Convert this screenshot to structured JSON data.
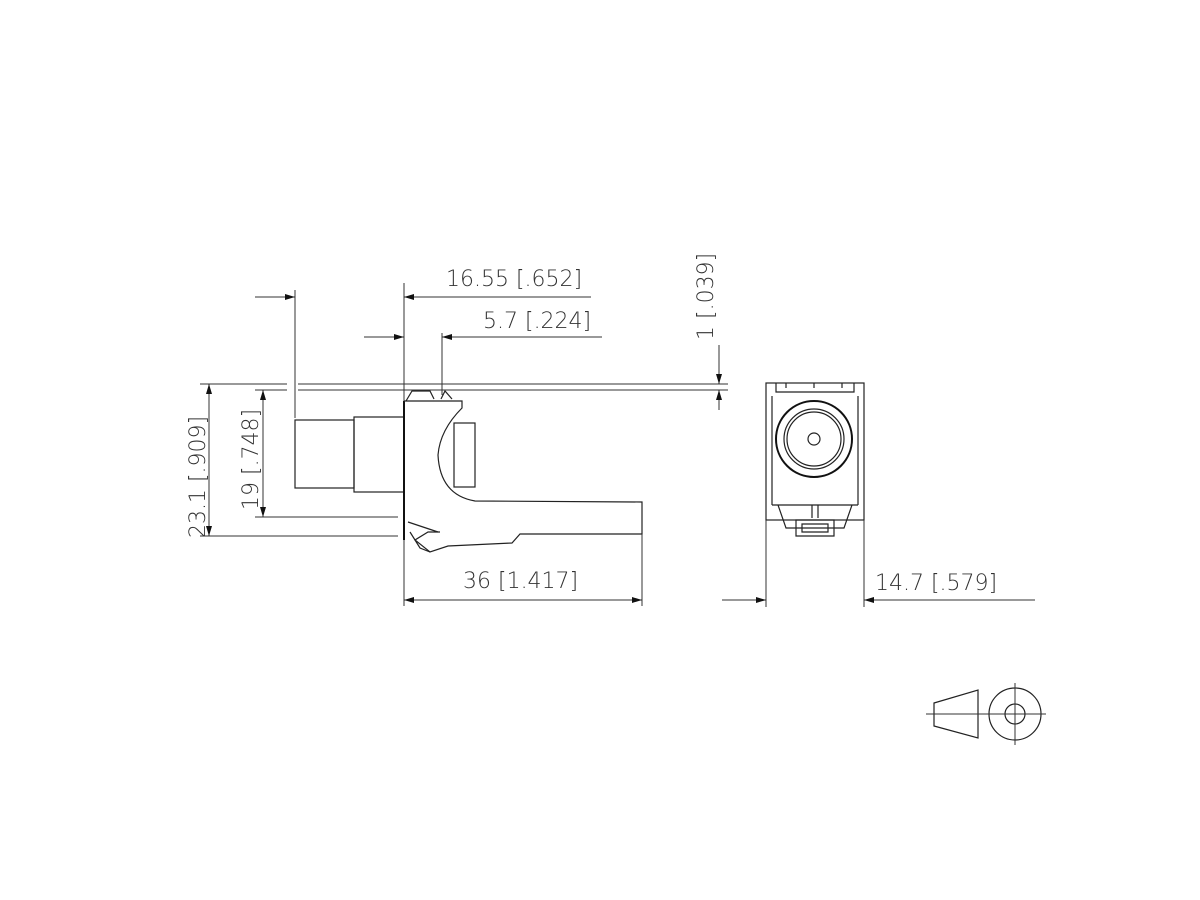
{
  "drawing": {
    "dimensions": {
      "overall_depth_front": "16.55 [.652]",
      "latch_offset": "5.7 [.224]",
      "top_offset": "1 [.039]",
      "overall_height": "23.1 [.909]",
      "body_height": "19 [.748]",
      "rear_length": "36 [1.417]",
      "width": "14.7 [.579]"
    },
    "projection_symbol": "first-angle-projection-icon",
    "line_color": "#222222"
  }
}
